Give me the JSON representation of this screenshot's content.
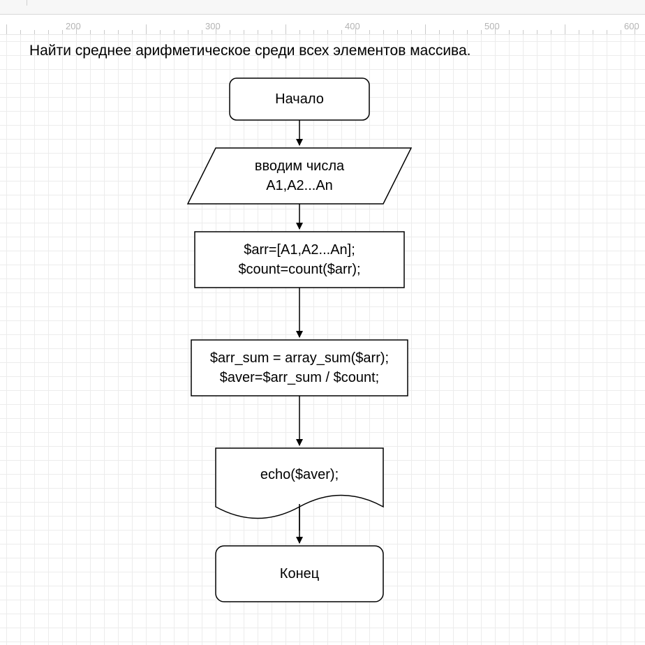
{
  "ruler": {
    "labels": [
      "200",
      "300",
      "400",
      "500",
      "600"
    ]
  },
  "diagram": {
    "task_title": "Найти среднее арифметическое среди всех элементов массива.",
    "nodes": {
      "start": {
        "label": "Начало"
      },
      "input": {
        "line1": "вводим числа",
        "line2": "A1,A2...An"
      },
      "init": {
        "line1": "$arr=[A1,A2...An];",
        "line2": "$count=count($arr);"
      },
      "compute": {
        "line1": "$arr_sum = array_sum($arr);",
        "line2": "$aver=$arr_sum / $count;"
      },
      "output": {
        "label": "echo($aver);"
      },
      "end": {
        "label": "Конец"
      }
    }
  },
  "colors": {
    "stroke": "#000000",
    "grid": "#ececec",
    "ruler_text": "#b3b3b3"
  }
}
